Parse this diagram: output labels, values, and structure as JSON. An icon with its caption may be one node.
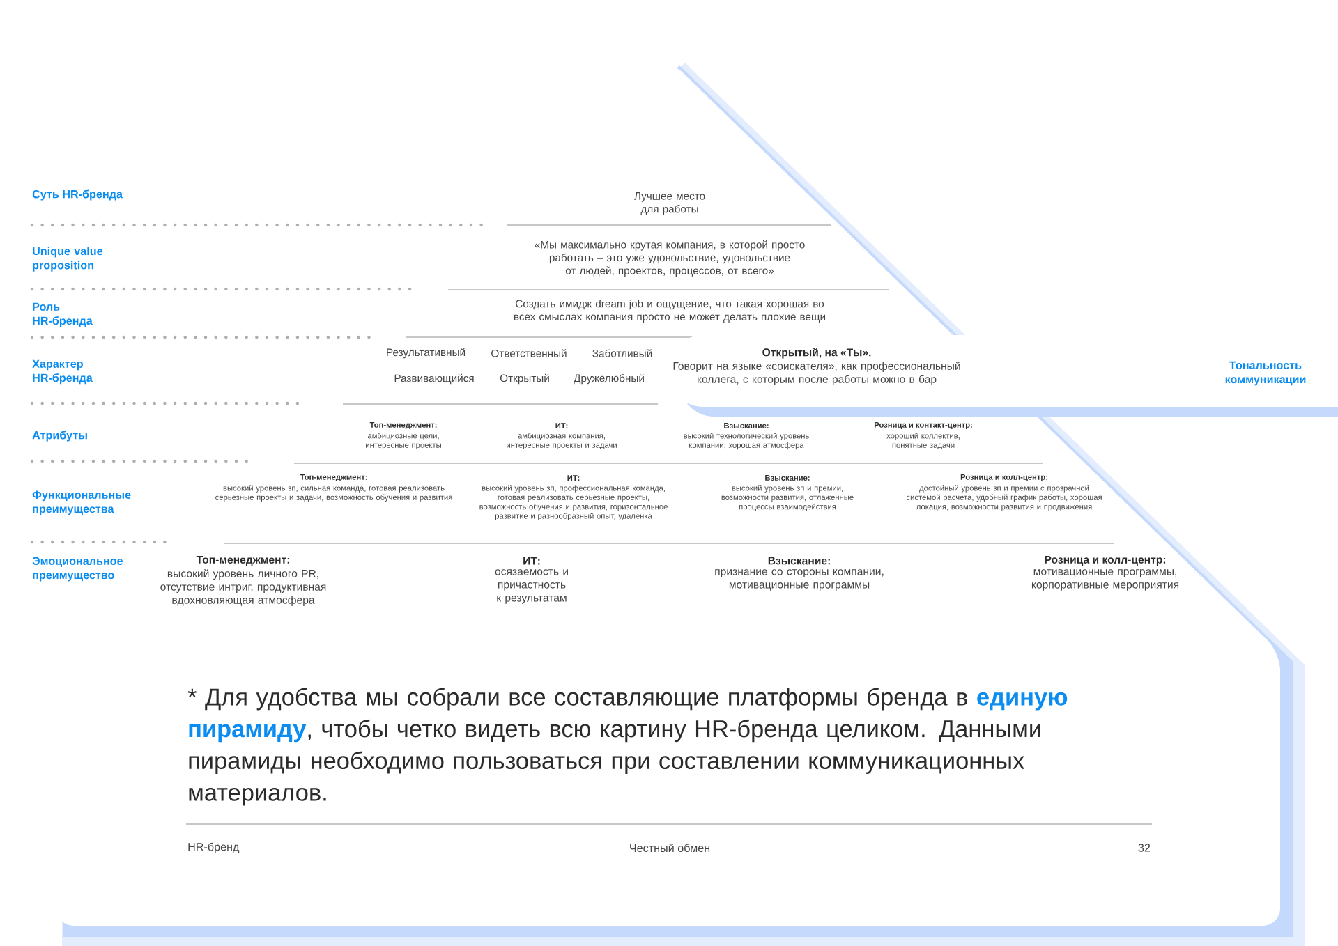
{
  "diagram": {
    "nodes": [
      {
        "text": [
          "Открытый, на «Ты».",
          "Говорит на языке «соискателя», как профессиональный коллега, с которым после работы можно в бар",
          "Тональность коммуникации"
        ]
      }
    ],
    "labels": [
      "Суть HR-бренда",
      "Лучшее место для работы",
      "Unique value proposition",
      "«Мы максимально крутая компания, в которой просто работать – это уже удовольствие, удовольствие от людей, проектов, процессов, от всего»",
      "Роль HR-бренда",
      "Создать имидж dream job и ощущение, что такая хорошая во всех смыслах компания просто не может делать плохие вещи",
      "Характер HR-бренда",
      "Результативный",
      "Ответственный",
      "Заботливый",
      "Развивающийся",
      "Открытый",
      "Дружелюбный",
      "Атрибуты",
      "Топ-менеджмент:",
      "амбициозные цели, интересные проекты",
      "ИТ:",
      "амбициозная компания, интересные проекты и задачи",
      "Взыскание:",
      "высокий технологический уровень компании, хорошая атмосфера",
      "Розница и контакт-центр:",
      "хороший коллектив, понятные задачи",
      "Функциональные преимущества",
      "Топ-менеджмент:",
      "высокий уровень зп, сильная команда, готовая реализовать серьезные проекты и задачи, возможность обучения и развития",
      "ИТ:",
      "высокий уровень зп, профессиональная команда, готовая реализовать серьезные проекты, возможность обучения и развития, горизонтальное развитие и разнообразный опыт, удаленка",
      "Взыскание:",
      "высокий уровень зп и премии, возможности развития, отлаженные процессы взаимодействия",
      "Розница и колл-центр:",
      "достойный уровень зп и премии с прозрачной системой расчета, удобный график работы, хорошая локация, возможности развития и продвижения",
      "Эмоциональное преимущество",
      "Топ-менеджмент:",
      "высокий уровень личного PR, отсутствие интриг, продуктивная вдохновляющая атмосфера",
      "ИТ:",
      "осязаемость и причастность к результатам",
      "Взыскание:",
      "признание со стороны компании, мотивационные программы",
      "Розница и колл-центр:",
      "мотивационные программы, корпоративные мероприятия",
      "* Для удобства мы собрали все составляющие платформы бренда в **единую пирамиду**, чтобы четко видеть всю картину HR-бренда целиком. Данными пирамиды необходимо пользоваться при составлении коммуникационных материалов.",
      "HR-бренд",
      "Честный обмен",
      "32"
    ]
  }
}
